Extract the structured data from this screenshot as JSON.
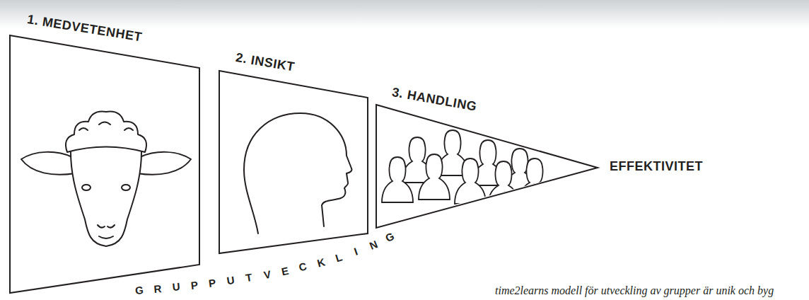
{
  "diagram": {
    "caption": "time2learns modell för utveckling av grupper är unik och byg",
    "nodes": [
      {
        "text": [
          "1. MEDVETENHET"
        ]
      },
      {
        "text": [
          "2. INSIKT"
        ]
      },
      {
        "text": [
          "3. HANDLING"
        ]
      }
    ],
    "labels": [
      "EFFEKTIVITET",
      "GRUPPUTVECKLING"
    ]
  }
}
